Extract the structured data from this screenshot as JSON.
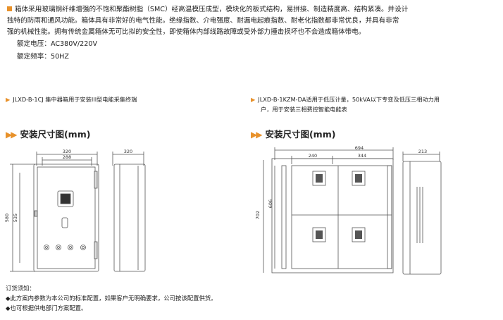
{
  "intro": {
    "lines": [
      "箱体采用玻璃钢纤维增强的不饱和聚酯树脂（SMC）经高温模压成型，模块化的板式结构，易拼接、制造精度高、结构紧凑。并设计",
      "独特的防雨和通风功能。箱体具有非常好的电气性能。绝缘指数、介电强度、耐漏电起痕指数、耐老化指数都非常优良，并具有非常",
      "强的机械性能。拥有传统金属箱体无可比拟的安全性，即使箱体内部线路故障或受外部力撞击损坏也不会造成箱体带电。"
    ],
    "voltage": "额定电压：AC380V/220V",
    "frequency": "额定频率：50HZ"
  },
  "models": {
    "left": "JLXD-B-1CJ 集中器箱用于安装III型电能采集终端",
    "right_line1": "JLXD-B-1KZM-DA适用于低压计量，50kVA以下专变及低压三相动力用",
    "right_line2": "户，用于安装三相费控智能电能表"
  },
  "sections": {
    "left_title": "安装尺寸图(mm)",
    "right_title": "安装尺寸图(mm)"
  },
  "dims_left": {
    "width_outer": "320",
    "width_inner": "288",
    "side_width": "320",
    "height_outer": "580",
    "height_inner": "535"
  },
  "dims_right": {
    "width_total": "694",
    "seg1": "240",
    "seg2": "344",
    "side_width": "213",
    "height_outer": "702",
    "height_inner": "606"
  },
  "notes": {
    "title": "订货须知：",
    "items": [
      "◆此方案内参数为本公司的标准配置，如果客户无明确要求，公司按该配置供货。",
      "◆也可根据供电部门方案配置。"
    ]
  },
  "colors": {
    "accent": "#e8912a"
  }
}
